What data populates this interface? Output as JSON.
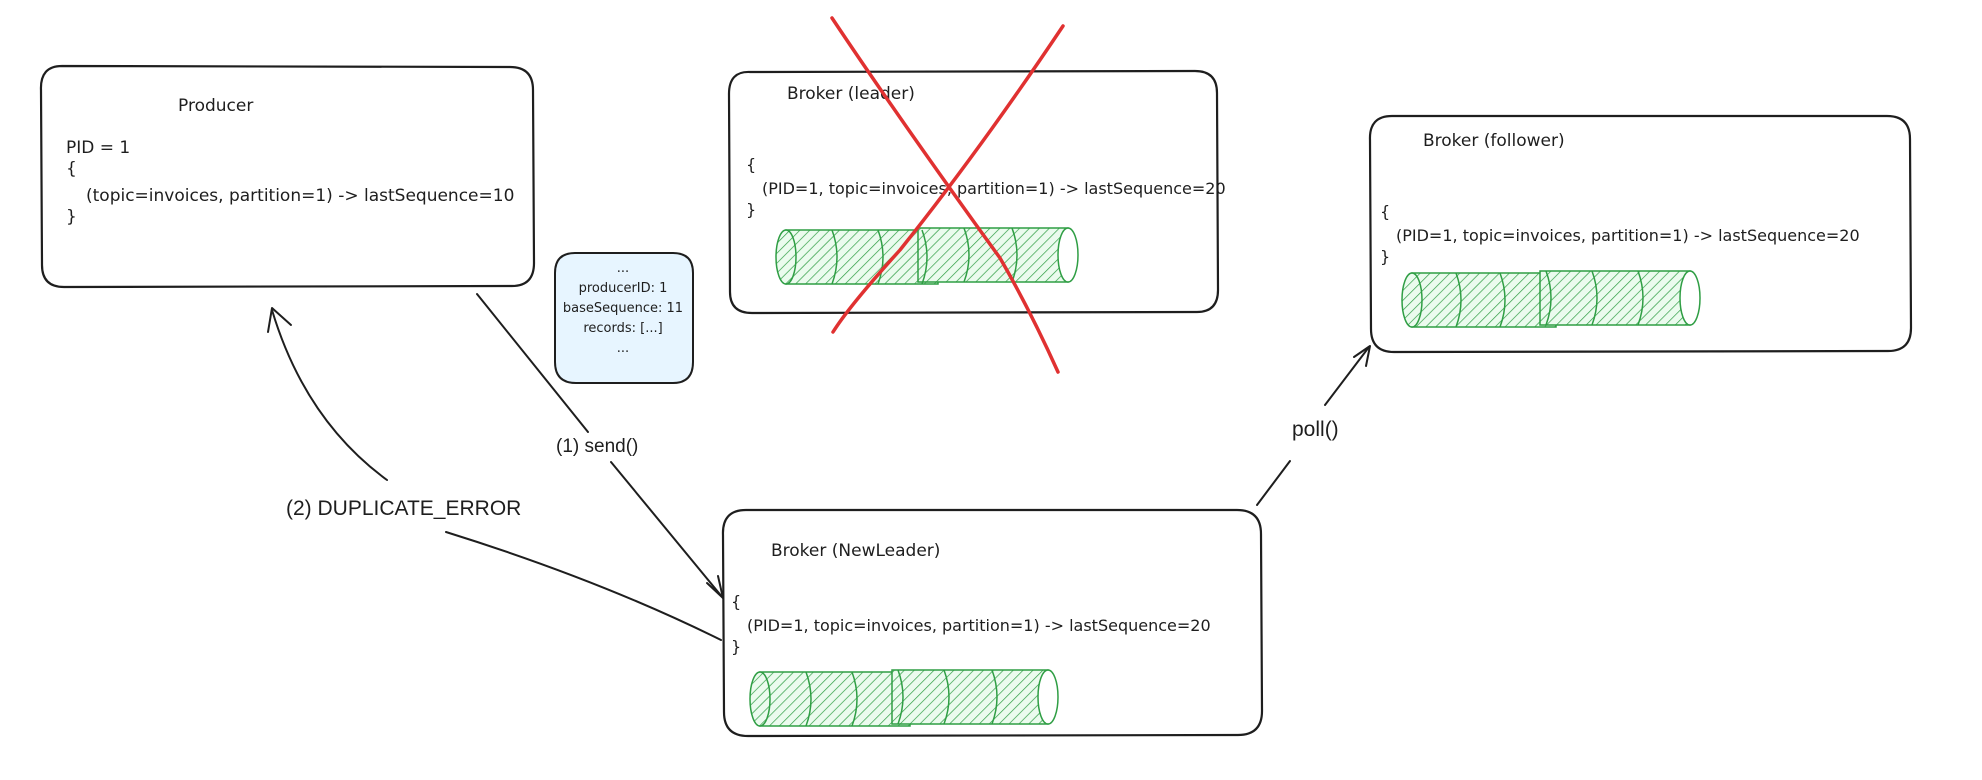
{
  "colors": {
    "ink": "#1e1e1e",
    "log_green": "#2f9e44",
    "log_fill": "#b2f2bb",
    "cross_red": "#e03131",
    "note_fill": "#e7f5ff"
  },
  "producer": {
    "title": "Producer",
    "lines": [
      "PID = 1",
      "{",
      "(topic=invoices, partition=1) -> lastSequence=10",
      "}"
    ]
  },
  "batch_note": {
    "lines": [
      "...",
      "producerID: 1",
      "baseSequence: 11",
      "records: [...]",
      "..."
    ]
  },
  "broker_leader": {
    "title": "Broker (leader)",
    "lines": [
      "{",
      "(PID=1, topic=invoices, partition=1) -> lastSequence=20",
      "}"
    ],
    "crossed_out": true
  },
  "broker_follower": {
    "title": "Broker (follower)",
    "lines": [
      "{",
      "(PID=1, topic=invoices, partition=1) -> lastSequence=20",
      "}"
    ]
  },
  "broker_new_leader": {
    "title": "Broker (NewLeader)",
    "lines": [
      "{",
      "(PID=1, topic=invoices, partition=1) -> lastSequence=20",
      "}"
    ]
  },
  "edges": {
    "send": "(1) send()",
    "duplicate_error": "(2) DUPLICATE_ERROR",
    "poll": "poll()"
  }
}
